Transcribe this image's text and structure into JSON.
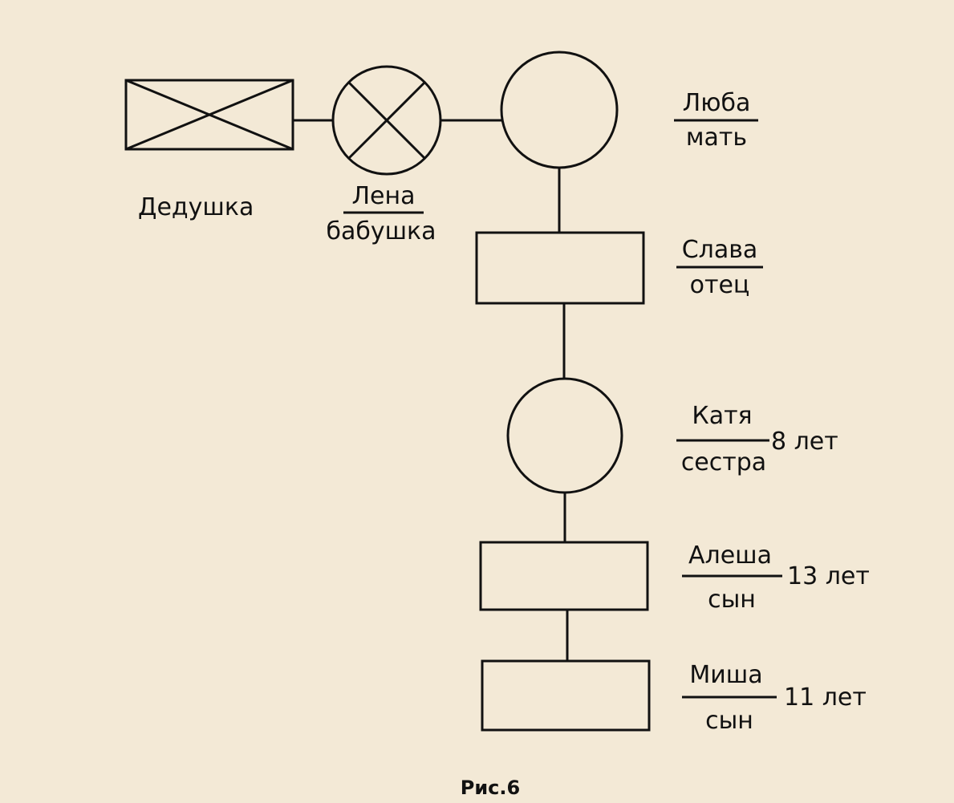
{
  "figure": {
    "caption": "Рис.6"
  },
  "members": {
    "grandfather": {
      "role": "Дедушка"
    },
    "grandmother": {
      "name": "Лена",
      "role": "бабушка"
    },
    "mother": {
      "name": "Люба",
      "role": "мать"
    },
    "father": {
      "name": "Слава",
      "role": "отец"
    },
    "sister": {
      "name": "Катя",
      "role": "сестра",
      "age": "8 лет"
    },
    "son_alesha": {
      "name": "Алеша",
      "role": "сын",
      "age": "13 лет"
    },
    "son_misha": {
      "name": "Миша",
      "role": "сын",
      "age": "11 лет"
    }
  }
}
